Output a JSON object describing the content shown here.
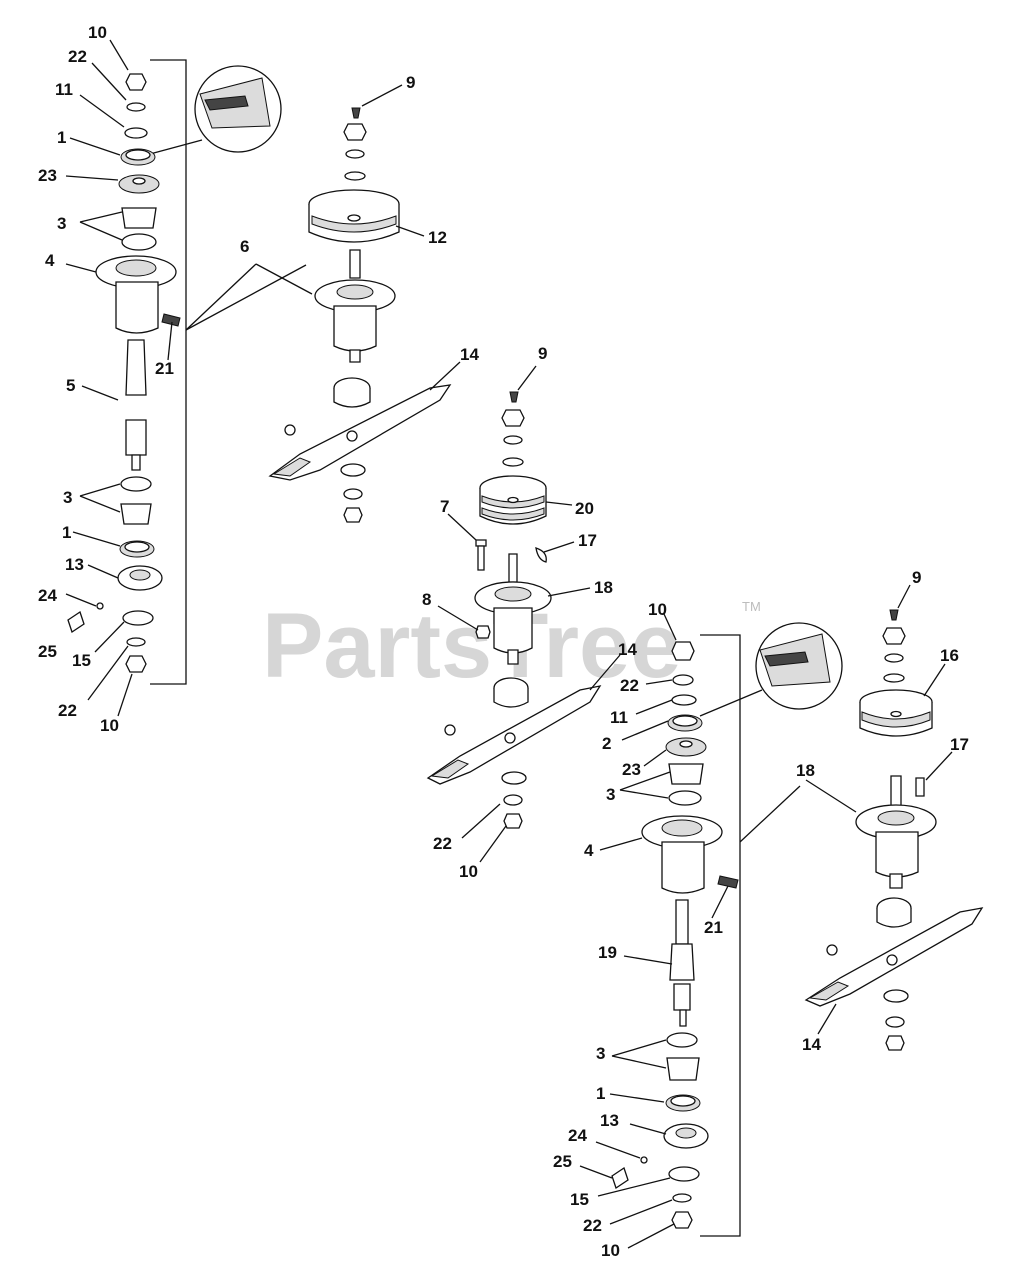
{
  "watermark": {
    "text": "PartsTree",
    "trademark": "TM"
  },
  "callouts": {
    "a": {
      "c10t": "10",
      "c22t": "22",
      "c11": "11",
      "c1t": "1",
      "c23": "23",
      "c3t": "3",
      "c4": "4",
      "c21": "21",
      "c5": "5",
      "c3b": "3",
      "c1b": "1",
      "c13": "13",
      "c24": "24",
      "c25": "25",
      "c15": "15",
      "c22b": "22",
      "c10b": "10"
    },
    "b": {
      "c9": "9",
      "c12": "12",
      "c6": "6",
      "c14": "14"
    },
    "c": {
      "c9": "9",
      "c20": "20",
      "c7": "7",
      "c17": "17",
      "c18": "18",
      "c8": "8",
      "c14": "14",
      "c22": "22",
      "c10": "10"
    },
    "d": {
      "c10t": "10",
      "c22t": "22",
      "c11": "11",
      "c2": "2",
      "c23": "23",
      "c3t": "3",
      "c4": "4",
      "c21": "21",
      "c19": "19",
      "c3b": "3",
      "c1": "1",
      "c13": "13",
      "c24": "24",
      "c25": "25",
      "c15": "15",
      "c22b": "22",
      "c10b": "10"
    },
    "e": {
      "c9": "9",
      "c16": "16",
      "c17": "17",
      "c18": "18",
      "c14": "14"
    }
  }
}
